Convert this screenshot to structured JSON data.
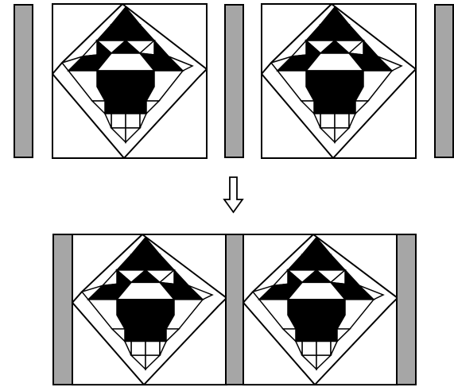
{
  "colors": {
    "background": "#ffffff",
    "outline": "#000000",
    "sashing": "#a6a6a6",
    "fill_dark": "#000000",
    "fill_light": "#ffffff"
  },
  "diagram": {
    "top_row": {
      "items": [
        "sashing-strip",
        "basket-block",
        "sashing-strip",
        "basket-block",
        "sashing-strip"
      ]
    },
    "transition": {
      "icon": "down-arrow-icon"
    },
    "bottom_row": {
      "items": [
        "sashing-strip",
        "basket-block",
        "sashing-strip",
        "basket-block",
        "sashing-strip"
      ],
      "joined": true
    }
  }
}
